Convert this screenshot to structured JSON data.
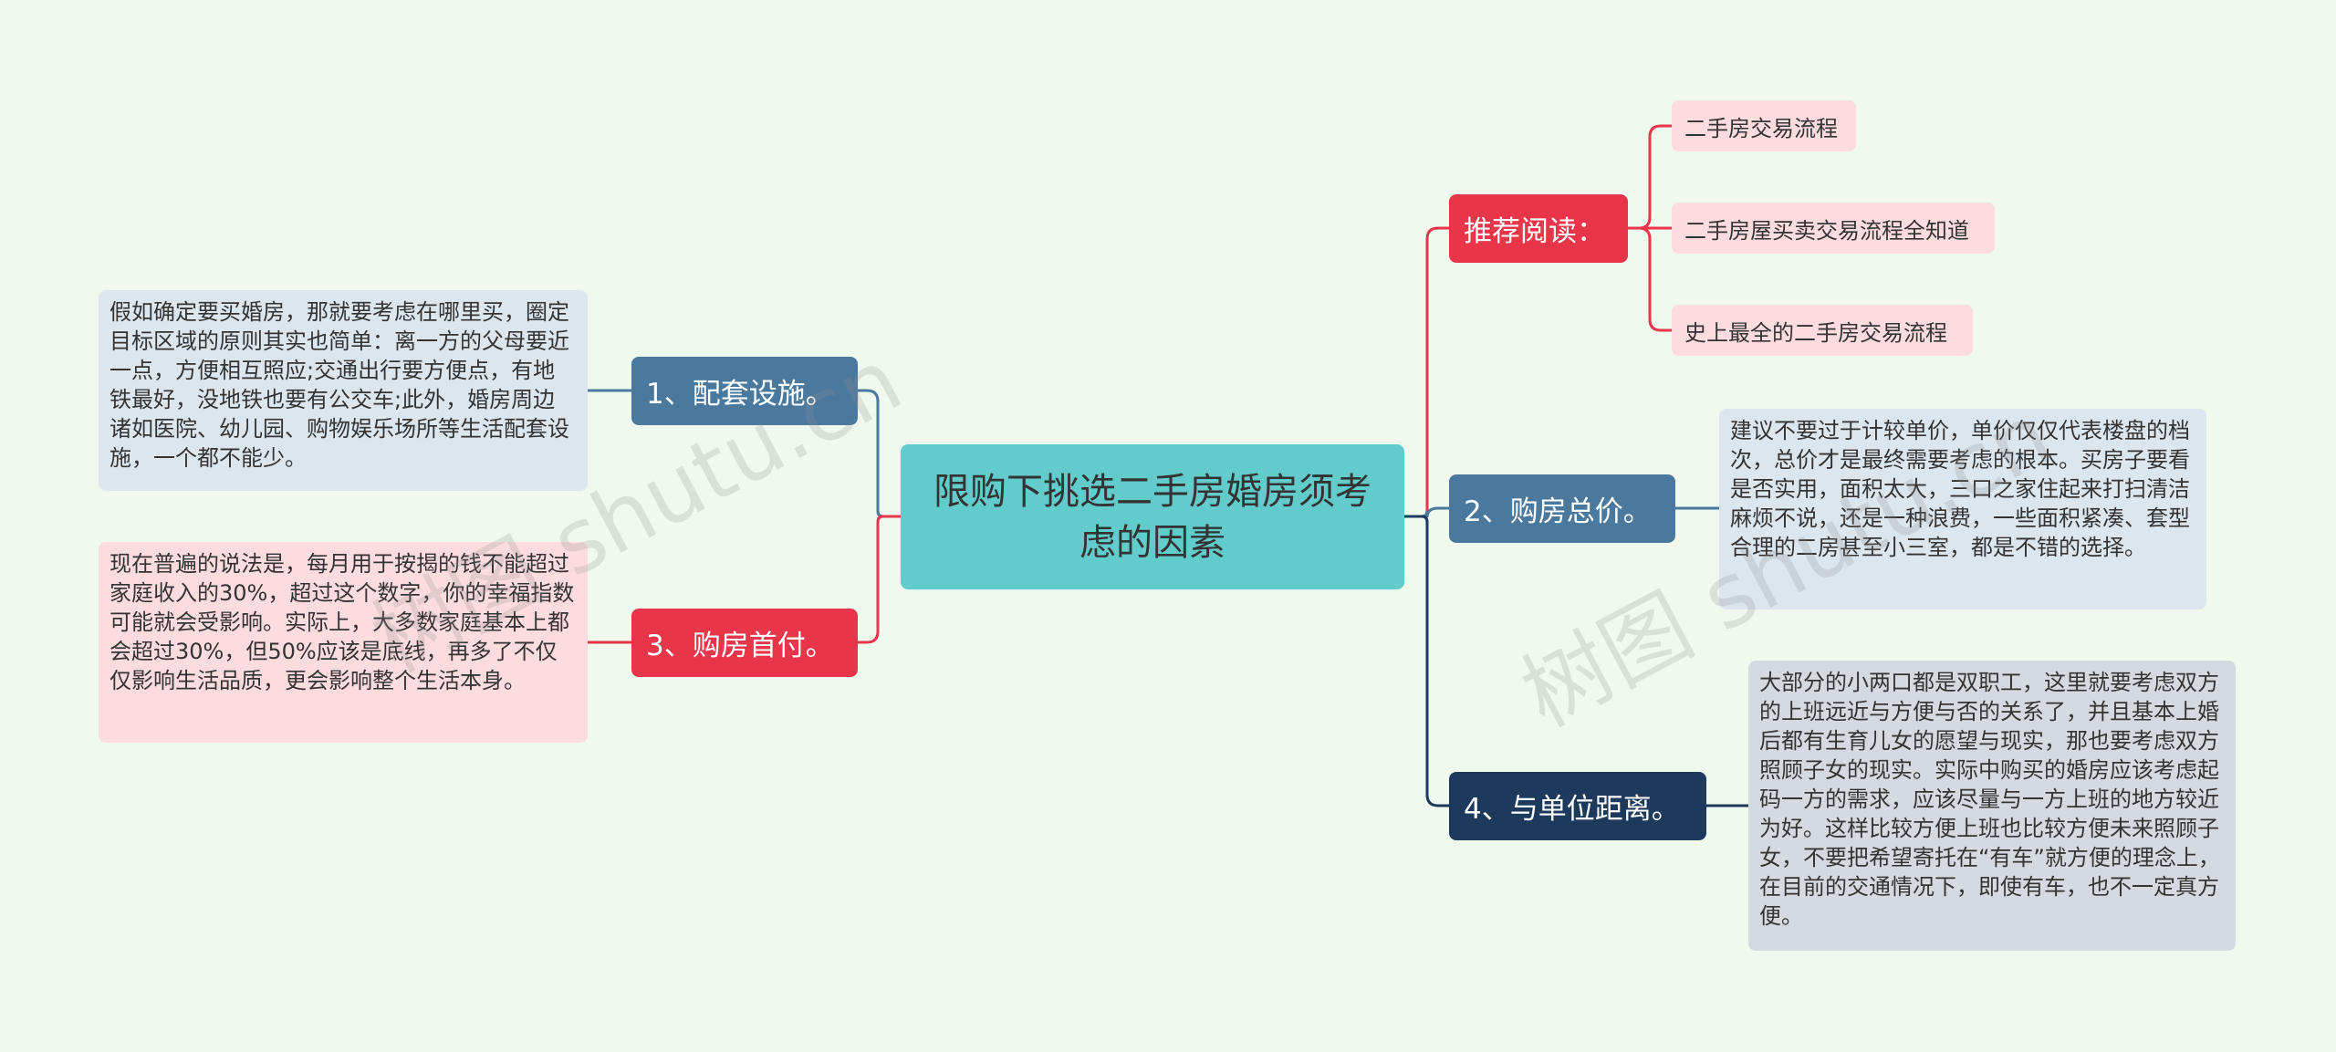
{
  "center": {
    "title": "限购下挑选二手房婚房须考虑的因素"
  },
  "branches": {
    "b1": {
      "label": "1、配套设施。",
      "color": "#4b799e"
    },
    "b3": {
      "label": "3、购房首付。",
      "color": "#e8354a"
    },
    "rec": {
      "label": "推荐阅读：",
      "color": "#e8354a"
    },
    "b2": {
      "label": "2、购房总价。",
      "color": "#4b799e"
    },
    "b4": {
      "label": "4、与单位距离。",
      "color": "#1d3a5c"
    }
  },
  "leaves": {
    "b1_text": "假如确定要买婚房，那就要考虑在哪里买，圈定目标区域的原则其实也简单：离一方的父母要近一点，方便相互照应;交通出行要方便点，有地铁最好，没地铁也要有公交车;此外，婚房周边诸如医院、幼儿园、购物娱乐场所等生活配套设施，一个都不能少。",
    "b3_text": "现在普遍的说法是，每月用于按揭的钱不能超过家庭收入的30%，超过这个数字，你的幸福指数可能就会受影响。实际上，大多数家庭基本上都会超过30%，但50%应该是底线，再多了不仅仅影响生活品质，更会影响整个生活本身。",
    "b2_text": "建议不要过于计较单价，单价仅仅代表楼盘的档次，总价才是最终需要考虑的根本。买房子要看是否实用，面积太大，三口之家住起来打扫清洁麻烦不说，还是一种浪费，一些面积紧凑、套型合理的二房甚至小三室，都是不错的选择。",
    "b4_text": "大部分的小两口都是双职工，这里就要考虑双方的上班远近与方便与否的关系了，并且基本上婚后都有生育儿女的愿望与现实，那也要考虑双方照顾子女的现实。实际中购买的婚房应该考虑起码一方的需求，应该尽量与一方上班的地方较近为好。这样比较方便上班也比较方便未来照顾子女，不要把希望寄托在“有车”就方便的理念上，在目前的交通情况下，即使有车，也不一定真方便。"
  },
  "recommended": [
    "二手房交易流程",
    "二手房屋买卖交易流程全知道",
    "史上最全的二手房交易流程"
  ],
  "watermarks": [
    "树图 shutu.cn",
    "树图 shutu.cn"
  ],
  "colors": {
    "background": "#f0f9ee",
    "center": "#62cccc",
    "blue": "#4b799e",
    "red": "#e8354a",
    "navy": "#1d3a5c",
    "leaf_blue": "#dce6ef",
    "leaf_pink": "#fcdcdf",
    "leaf_gray": "#d5dae0"
  }
}
